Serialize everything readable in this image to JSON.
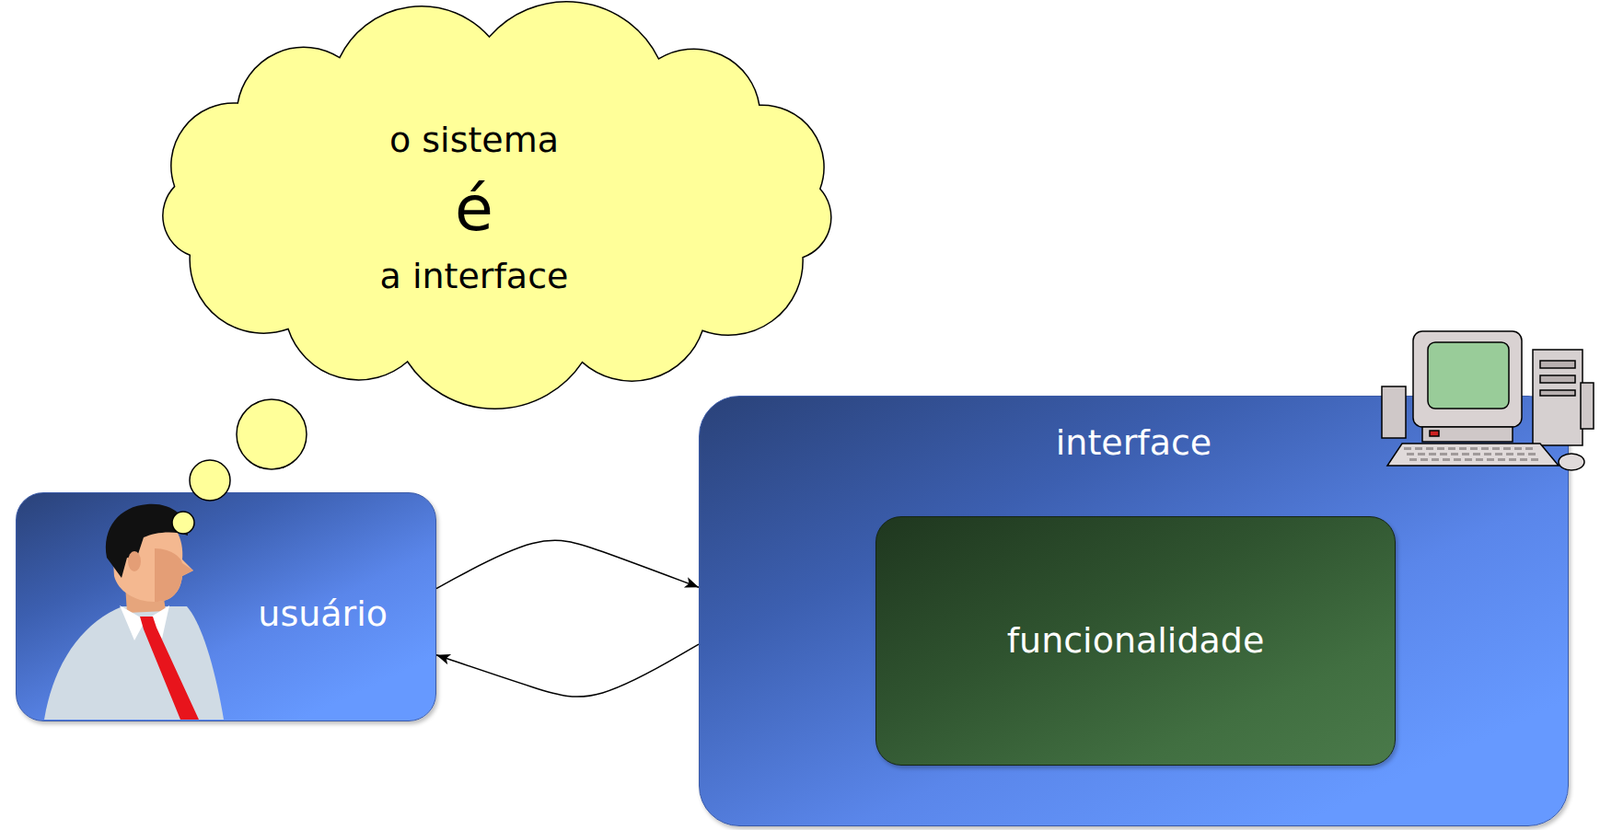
{
  "diagram": {
    "nodes": [
      {
        "text": [
          "o sistema",
          "é",
          "a interface"
        ]
      },
      {
        "text": [
          "usuário"
        ]
      },
      {
        "text": [
          "interface"
        ]
      },
      {
        "text": [
          "funcionalidade"
        ],
        "in": 2
      }
    ],
    "edges": [
      {
        "from": 1,
        "to": 2,
        "arrow": "to"
      },
      {
        "from": 2,
        "to": 1,
        "arrow": "to"
      }
    ]
  }
}
